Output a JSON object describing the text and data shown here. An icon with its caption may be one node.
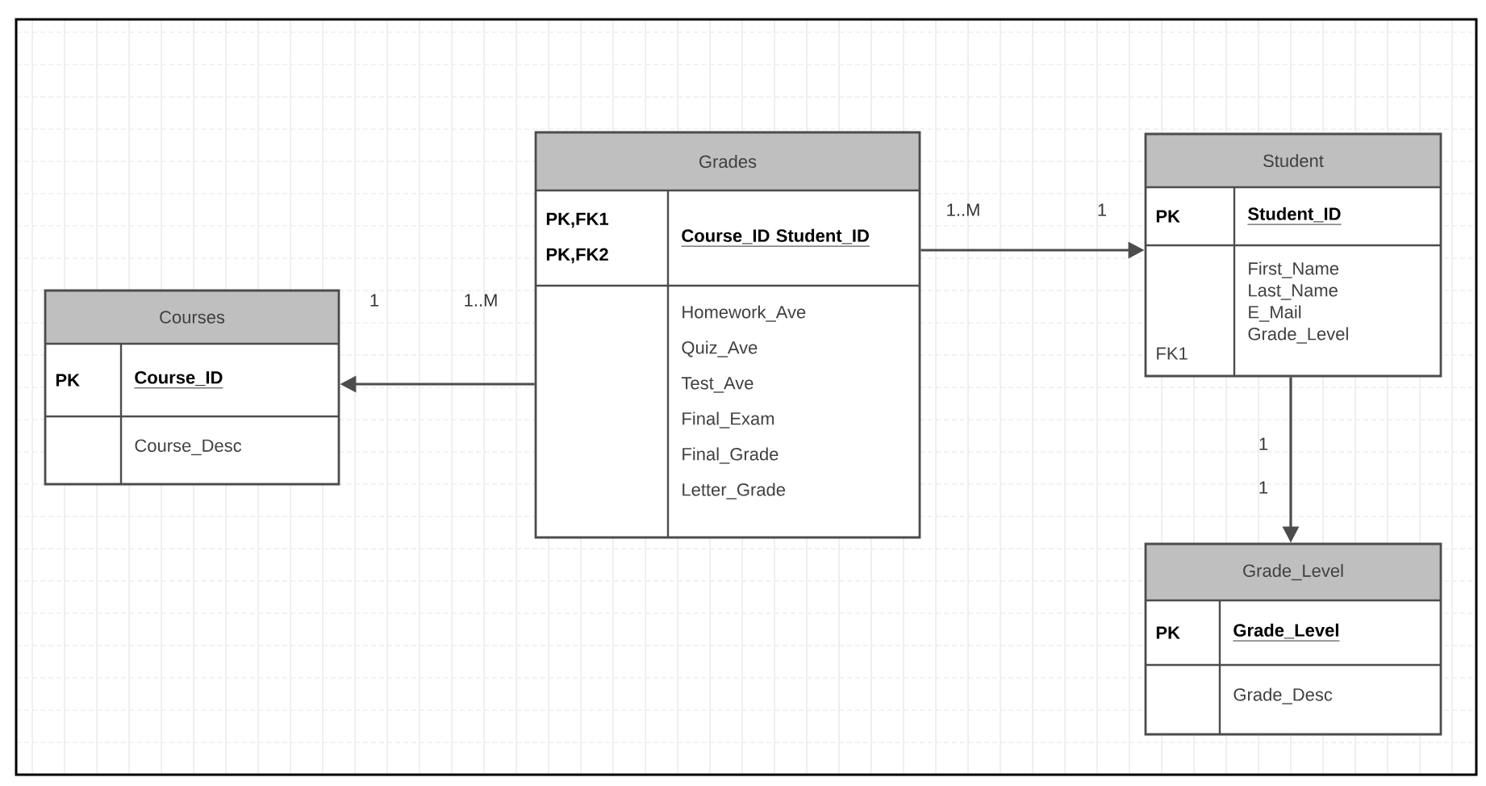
{
  "diagram": {
    "nodes": [
      {
        "text": [
          "Grades",
          "PK,FK1 PK,FK2",
          "Course_ID Student_ID",
          "Homework_Ave Quiz_Ave Test_Ave Final_Exam Final_Grade Letter_Grade"
        ]
      },
      {
        "text": [
          "Student",
          "PK",
          "Student_ID",
          "FK1",
          "First_Name Last_Name E_Mail Grade_Level"
        ]
      },
      {
        "text": [
          "Courses",
          "PK",
          "Course_ID",
          "Course_Desc"
        ]
      },
      {
        "text": [
          "Grade_Level",
          "PK",
          "Grade_Level",
          "Grade_Desc"
        ]
      }
    ],
    "edges": [
      {
        "from": 0,
        "to": 1,
        "arrow": "to"
      },
      {
        "from": 0,
        "to": 2,
        "arrow": "to"
      },
      {
        "from": 1,
        "to": 3,
        "arrow": "to"
      }
    ],
    "labels": [
      "1..M",
      "1",
      "1",
      "1..M",
      "1",
      "1"
    ]
  }
}
